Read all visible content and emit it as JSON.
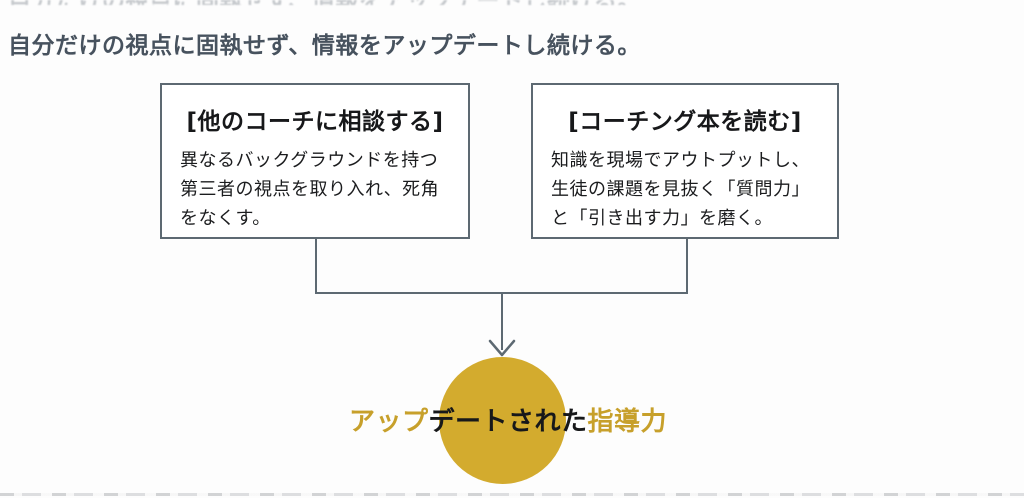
{
  "title": "自分だけの視点に固執せず、情報をアップデートし続ける。",
  "boxes": [
    {
      "heading": "[他のコーチに相談する]",
      "body": "異なるバックグラウンドを持つ第三者の視点を取り入れ、死角をなくす。"
    },
    {
      "heading": "[コーチング本を読む]",
      "body": "知識を現場でアウトプットし、生徒の課題を見抜く「質問力」と「引き出す力」を磨く。"
    }
  ],
  "result": {
    "full_text": "アップデートされた指導力",
    "parts": [
      {
        "text": "アップ",
        "tone": "gold"
      },
      {
        "text": "デートされた",
        "tone": "dark"
      },
      {
        "text": "指導力",
        "tone": "gold"
      }
    ]
  },
  "icons": {
    "arrow_down_icon": "↓ chevron merge arrow"
  },
  "colors": {
    "background": "#fdfdfd",
    "title_slate": "#47525e",
    "line_slate": "#5d6972",
    "box_border": "#5d6972",
    "body_text": "#1b1c1e",
    "circle_gold": "#d3ab2e",
    "gold_text": "#c7a02b",
    "dark_overlay_text": "#17181a"
  }
}
